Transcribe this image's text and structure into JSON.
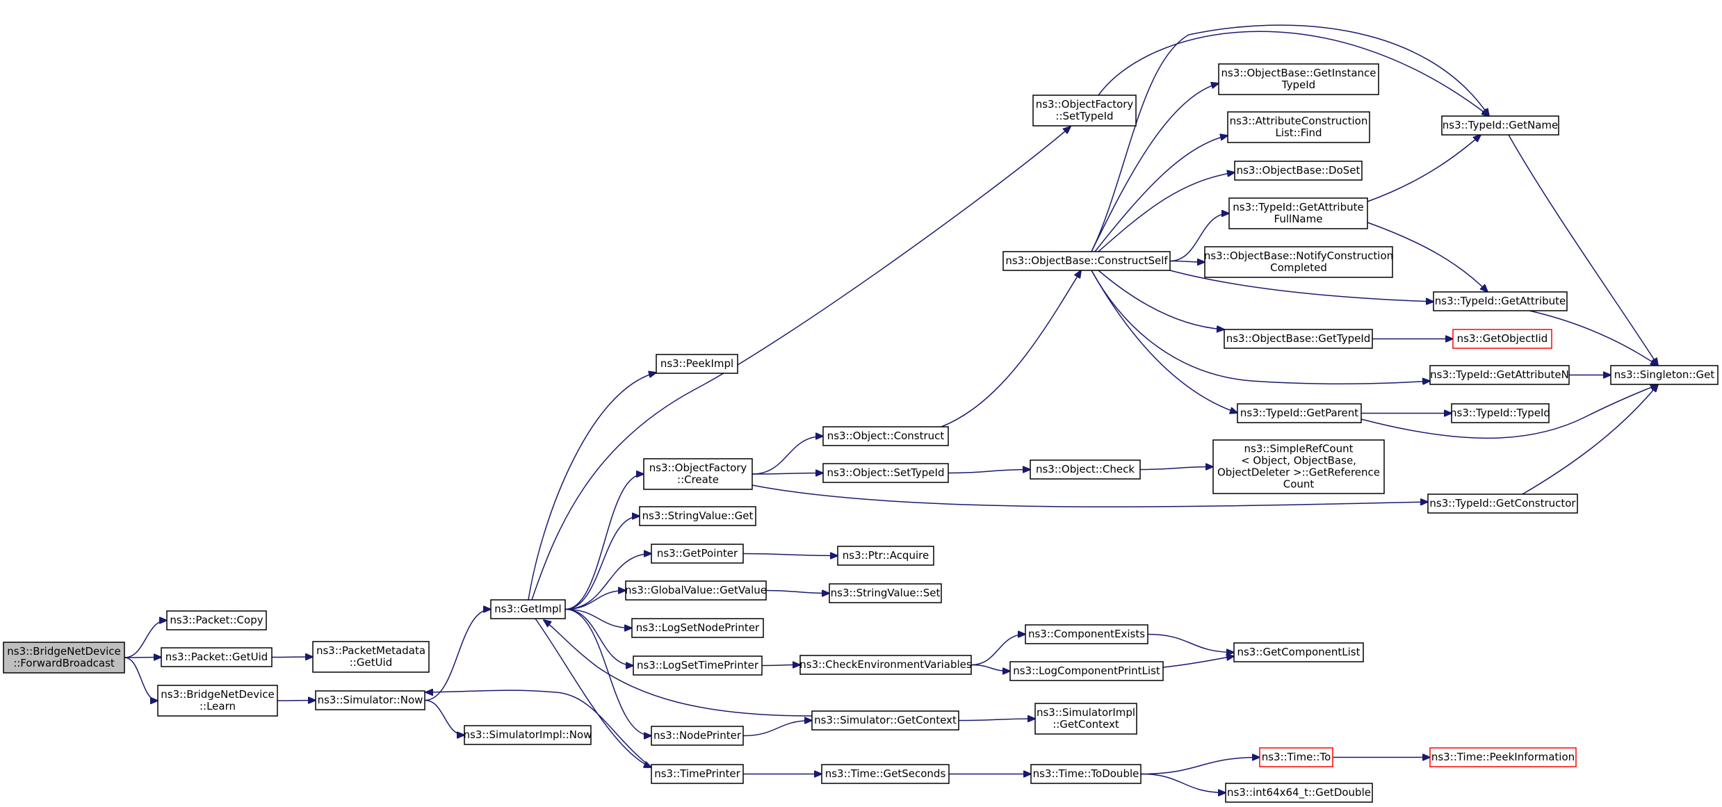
{
  "diagram": {
    "type": "call-graph",
    "nodes": [
      {
        "id": "fwd",
        "lines": [
          "ns3::BridgeNetDevice",
          "::ForwardBroadcast"
        ],
        "root": true
      },
      {
        "id": "pcopy",
        "lines": [
          "ns3::Packet::Copy"
        ]
      },
      {
        "id": "pgetuid",
        "lines": [
          "ns3::Packet::GetUid"
        ]
      },
      {
        "id": "pmeta",
        "lines": [
          "ns3::PacketMetadata",
          "::GetUid"
        ]
      },
      {
        "id": "learn",
        "lines": [
          "ns3::BridgeNetDevice",
          "::Learn"
        ]
      },
      {
        "id": "simnow",
        "lines": [
          "ns3::Simulator::Now"
        ]
      },
      {
        "id": "simimplnow",
        "lines": [
          "ns3::SimulatorImpl::Now"
        ]
      },
      {
        "id": "getimpl",
        "lines": [
          "ns3::GetImpl"
        ]
      },
      {
        "id": "peekimpl",
        "lines": [
          "ns3::PeekImpl"
        ]
      },
      {
        "id": "ofcreate",
        "lines": [
          "ns3::ObjectFactory",
          "::Create"
        ]
      },
      {
        "id": "strget",
        "lines": [
          "ns3::StringValue::Get"
        ]
      },
      {
        "id": "getpointer",
        "lines": [
          "ns3::GetPointer"
        ]
      },
      {
        "id": "gvgetvalue",
        "lines": [
          "ns3::GlobalValue::GetValue"
        ]
      },
      {
        "id": "logsetnode",
        "lines": [
          "ns3::LogSetNodePrinter"
        ]
      },
      {
        "id": "logsettime",
        "lines": [
          "ns3::LogSetTimePrinter"
        ]
      },
      {
        "id": "nodeprinter",
        "lines": [
          "ns3::NodePrinter"
        ]
      },
      {
        "id": "timeprinter",
        "lines": [
          "ns3::TimePrinter"
        ]
      },
      {
        "id": "objconstruct",
        "lines": [
          "ns3::Object::Construct"
        ]
      },
      {
        "id": "objsettypeid",
        "lines": [
          "ns3::Object::SetTypeId"
        ]
      },
      {
        "id": "ptracquire",
        "lines": [
          "ns3::Ptr::Acquire"
        ]
      },
      {
        "id": "strset",
        "lines": [
          "ns3::StringValue::Set"
        ]
      },
      {
        "id": "checkenv",
        "lines": [
          "ns3::CheckEnvironmentVariables"
        ]
      },
      {
        "id": "simgetctx",
        "lines": [
          "ns3::Simulator::GetContext"
        ]
      },
      {
        "id": "timegetsec",
        "lines": [
          "ns3::Time::GetSeconds"
        ]
      },
      {
        "id": "ofsettypeid",
        "lines": [
          "ns3::ObjectFactory",
          "::SetTypeId"
        ]
      },
      {
        "id": "obconstructself",
        "lines": [
          "ns3::ObjectBase::ConstructSelf"
        ]
      },
      {
        "id": "objcheck",
        "lines": [
          "ns3::Object::Check"
        ]
      },
      {
        "id": "compexists",
        "lines": [
          "ns3::ComponentExists"
        ]
      },
      {
        "id": "logcompprint",
        "lines": [
          "ns3::LogComponentPrintList"
        ]
      },
      {
        "id": "simimplgetctx",
        "lines": [
          "ns3::SimulatorImpl",
          "::GetContext"
        ]
      },
      {
        "id": "timetodouble",
        "lines": [
          "ns3::Time::ToDouble"
        ]
      },
      {
        "id": "obgetinstance",
        "lines": [
          "ns3::ObjectBase::GetInstance",
          "TypeId"
        ]
      },
      {
        "id": "attrconsfind",
        "lines": [
          "ns3::AttributeConstruction",
          "List::Find"
        ]
      },
      {
        "id": "obdoset",
        "lines": [
          "ns3::ObjectBase::DoSet"
        ]
      },
      {
        "id": "tidgetattrfull",
        "lines": [
          "ns3::TypeId::GetAttribute",
          "FullName"
        ]
      },
      {
        "id": "obnotify",
        "lines": [
          "ns3::ObjectBase::NotifyConstruction",
          "Completed"
        ]
      },
      {
        "id": "obgettypeid",
        "lines": [
          "ns3::ObjectBase::GetTypeId"
        ]
      },
      {
        "id": "tidgetparent",
        "lines": [
          "ns3::TypeId::GetParent"
        ]
      },
      {
        "id": "simplerefcount",
        "lines": [
          "ns3::SimpleRefCount",
          "< Object, ObjectBase,",
          "ObjectDeleter >::GetReference",
          "Count"
        ]
      },
      {
        "id": "getcomplist",
        "lines": [
          "ns3::GetComponentList"
        ]
      },
      {
        "id": "timeto",
        "lines": [
          "ns3::Time::To"
        ],
        "truncated": true
      },
      {
        "id": "int64getdouble",
        "lines": [
          "ns3::int64x64_t::GetDouble"
        ]
      },
      {
        "id": "tidgetname",
        "lines": [
          "ns3::TypeId::GetName"
        ]
      },
      {
        "id": "tidgetattr",
        "lines": [
          "ns3::TypeId::GetAttribute"
        ]
      },
      {
        "id": "getobjectiid",
        "lines": [
          "ns3::GetObjectIid"
        ],
        "truncated": true
      },
      {
        "id": "tidgetattrn",
        "lines": [
          "ns3::TypeId::GetAttributeN"
        ]
      },
      {
        "id": "tidtypeid",
        "lines": [
          "ns3::TypeId::TypeId"
        ]
      },
      {
        "id": "tidgetctor",
        "lines": [
          "ns3::TypeId::GetConstructor"
        ]
      },
      {
        "id": "timepeekinfo",
        "lines": [
          "ns3::Time::PeekInformation"
        ],
        "truncated": true
      },
      {
        "id": "singletonget",
        "lines": [
          "ns3::Singleton::Get"
        ]
      }
    ],
    "edges": [
      [
        "fwd",
        "pcopy"
      ],
      [
        "fwd",
        "pgetuid"
      ],
      [
        "fwd",
        "learn"
      ],
      [
        "pgetuid",
        "pmeta"
      ],
      [
        "learn",
        "simnow"
      ],
      [
        "simnow",
        "getimpl"
      ],
      [
        "simnow",
        "simimplnow"
      ],
      [
        "getimpl",
        "peekimpl"
      ],
      [
        "getimpl",
        "ofsettypeid"
      ],
      [
        "getimpl",
        "ofcreate"
      ],
      [
        "getimpl",
        "strget"
      ],
      [
        "getimpl",
        "getpointer"
      ],
      [
        "getimpl",
        "gvgetvalue"
      ],
      [
        "getimpl",
        "logsetnode"
      ],
      [
        "getimpl",
        "logsettime"
      ],
      [
        "getimpl",
        "nodeprinter"
      ],
      [
        "getimpl",
        "timeprinter"
      ],
      [
        "ofcreate",
        "objconstruct"
      ],
      [
        "ofcreate",
        "objsettypeid"
      ],
      [
        "ofcreate",
        "tidgetctor"
      ],
      [
        "getpointer",
        "ptracquire"
      ],
      [
        "gvgetvalue",
        "strset"
      ],
      [
        "logsettime",
        "checkenv"
      ],
      [
        "nodeprinter",
        "simgetctx"
      ],
      [
        "timeprinter",
        "timegetsec"
      ],
      [
        "timeprinter",
        "simnow"
      ],
      [
        "simgetctx",
        "getimpl"
      ],
      [
        "objconstruct",
        "obconstructself"
      ],
      [
        "objsettypeid",
        "objcheck"
      ],
      [
        "objcheck",
        "simplerefcount"
      ],
      [
        "checkenv",
        "compexists"
      ],
      [
        "checkenv",
        "logcompprint"
      ],
      [
        "compexists",
        "getcomplist"
      ],
      [
        "logcompprint",
        "getcomplist"
      ],
      [
        "simgetctx",
        "simimplgetctx"
      ],
      [
        "timegetsec",
        "timetodouble"
      ],
      [
        "timetodouble",
        "timeto"
      ],
      [
        "timetodouble",
        "int64getdouble"
      ],
      [
        "timeto",
        "timepeekinfo"
      ],
      [
        "ofsettypeid",
        "tidgetname"
      ],
      [
        "obconstructself",
        "obgetinstance"
      ],
      [
        "obconstructself",
        "attrconsfind"
      ],
      [
        "obconstructself",
        "obdoset"
      ],
      [
        "obconstructself",
        "tidgetattrfull"
      ],
      [
        "obconstructself",
        "obnotify"
      ],
      [
        "obconstructself",
        "tidgetattr"
      ],
      [
        "obconstructself",
        "obgettypeid"
      ],
      [
        "obconstructself",
        "tidgetattrn"
      ],
      [
        "obconstructself",
        "tidgetparent"
      ],
      [
        "obconstructself",
        "tidgetname"
      ],
      [
        "tidgetattrfull",
        "tidgetname"
      ],
      [
        "tidgetattrfull",
        "tidgetattr"
      ],
      [
        "obgettypeid",
        "getobjectiid"
      ],
      [
        "tidgetparent",
        "tidtypeid"
      ],
      [
        "tidgetparent",
        "singletonget"
      ],
      [
        "tidgetname",
        "singletonget"
      ],
      [
        "tidgetattr",
        "singletonget"
      ],
      [
        "tidgetattrn",
        "singletonget"
      ],
      [
        "tidgetctor",
        "singletonget"
      ]
    ]
  }
}
